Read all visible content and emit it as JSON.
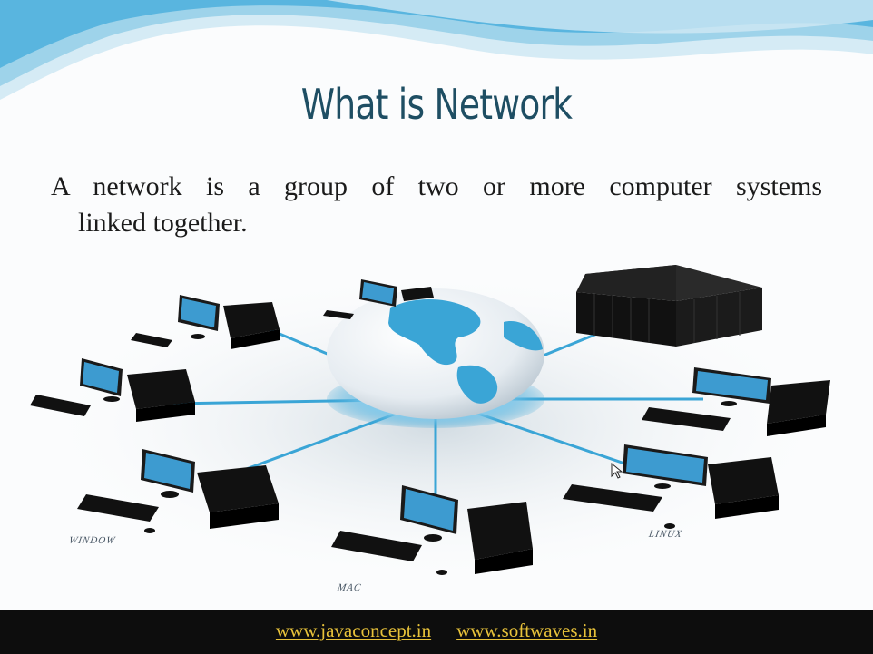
{
  "slide": {
    "title": "What is Network",
    "body_line1": "A network is a group of two or more computer systems",
    "body_line2": "linked together."
  },
  "diagram": {
    "labels": {
      "window": "WINDOW",
      "mac": "MAC",
      "linux": "LINUX"
    }
  },
  "footer": {
    "links": [
      "www.javaconcept.in",
      "www.softwaves.in"
    ]
  },
  "colors": {
    "title": "#1e4e63",
    "accent": "#3aa5d6",
    "footer_bg": "#0d0d0d",
    "footer_link": "#e8c23a"
  }
}
